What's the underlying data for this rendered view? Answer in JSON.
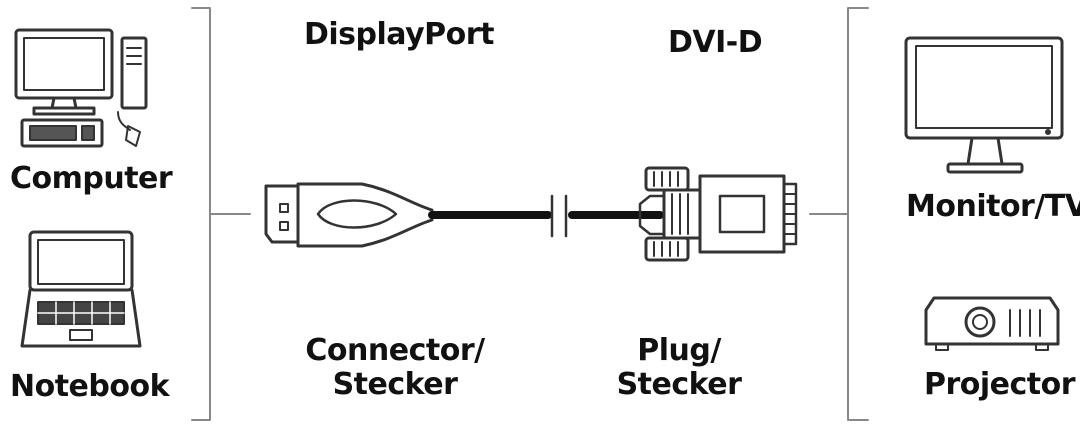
{
  "source": {
    "computer_label": "Computer",
    "notebook_label": "Notebook"
  },
  "cable": {
    "end_a_label": "DisplayPort",
    "end_b_label": "DVI-D",
    "end_a_type_line1": "Connector/",
    "end_a_type_line2": "Stecker",
    "end_b_type_line1": "Plug/",
    "end_b_type_line2": "Stecker"
  },
  "destination": {
    "monitor_label": "Monitor/TV",
    "projector_label": "Projector"
  }
}
